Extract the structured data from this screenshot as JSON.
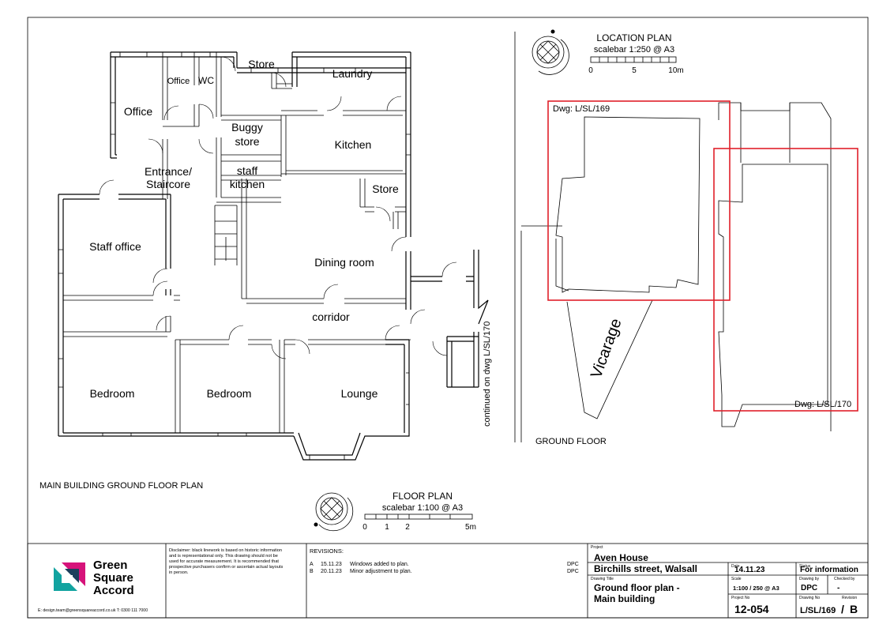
{
  "plan": {
    "title": "MAIN BUILDING GROUND FLOOR PLAN",
    "continued_note": "continued on dwg L/SL/170",
    "rooms": {
      "store_top": "Store",
      "laundry": "Laundry",
      "office_small": "Office",
      "wc": "WC",
      "office": "Office",
      "buggy_store_1": "Buggy",
      "buggy_store_2": "store",
      "kitchen": "Kitchen",
      "entrance_1": "Entrance/",
      "entrance_2": "Staircore",
      "staff_kitchen_1": "staff",
      "staff_kitchen_2": "kitchen",
      "store_mid": "Store",
      "staff_office": "Staff office",
      "dining_room": "Dining room",
      "corridor": "corridor",
      "bedroom_1": "Bedroom",
      "bedroom_2": "Bedroom",
      "lounge": "Lounge"
    }
  },
  "floor_scale": {
    "title": "FLOOR PLAN",
    "scale": "scalebar 1:100 @ A3",
    "ticks": [
      "0",
      "1",
      "2",
      "5m"
    ]
  },
  "location_plan": {
    "title": "LOCATION PLAN",
    "scale": "scalebar 1:250 @ A3",
    "ticks": [
      "0",
      "5",
      "10m"
    ],
    "dwg_169": "Dwg: L/SL/169",
    "dwg_170": "Dwg: L/SL/170",
    "street": "Vicarage",
    "floor_label": "GROUND FLOOR",
    "highlight_color": "#e0202a"
  },
  "title_block": {
    "brand_line_1": "Green",
    "brand_line_2": "Square",
    "brand_line_3": "Accord",
    "logo_colors": {
      "magenta": "#d6137a",
      "teal": "#12a3a0",
      "dark": "#1d3f5c"
    },
    "contact": "E: design.team@greensquareaccord.co.uk  T: 0300 111 7000",
    "disclaimer_1": "Disclaimer: black linework is based on historic information",
    "disclaimer_2": "and is representational only. This drawing should not be",
    "disclaimer_3": "used for accurate measurement. It is recommended that",
    "disclaimer_4": "prospective purchasers confirm or ascertain actual layouts",
    "disclaimer_5": "in person.",
    "revisions_label": "REVISIONS:",
    "revisions": [
      {
        "rev": "A",
        "date": "15.11.23",
        "desc": "Windows added to plan.",
        "by": "DPC"
      },
      {
        "rev": "B",
        "date": "20.11.23",
        "desc": "Minor adjustment to plan.",
        "by": "DPC"
      }
    ],
    "project_label": "Project",
    "project_1": "Aven House",
    "project_2": "Birchills street, Walsall",
    "drawing_title_label": "Drawing Title",
    "drawing_title_1": "Ground floor plan -",
    "drawing_title_2": "Main building",
    "date_label": "Date",
    "date": "14.11.23",
    "status_label": "Status",
    "status": "For information",
    "scale_label": "Scale",
    "scale": "1:100 / 250 @ A3",
    "drawn_by_label": "Drawing by",
    "drawn_by": "DPC",
    "checked_by_label": "Checked by",
    "checked_by": "-",
    "project_no_label": "Project No",
    "project_no": "12-054",
    "drawing_no_label": "Drawing No",
    "drawing_no": "L/SL/169",
    "revision_label": "Revision",
    "revision": "B"
  }
}
